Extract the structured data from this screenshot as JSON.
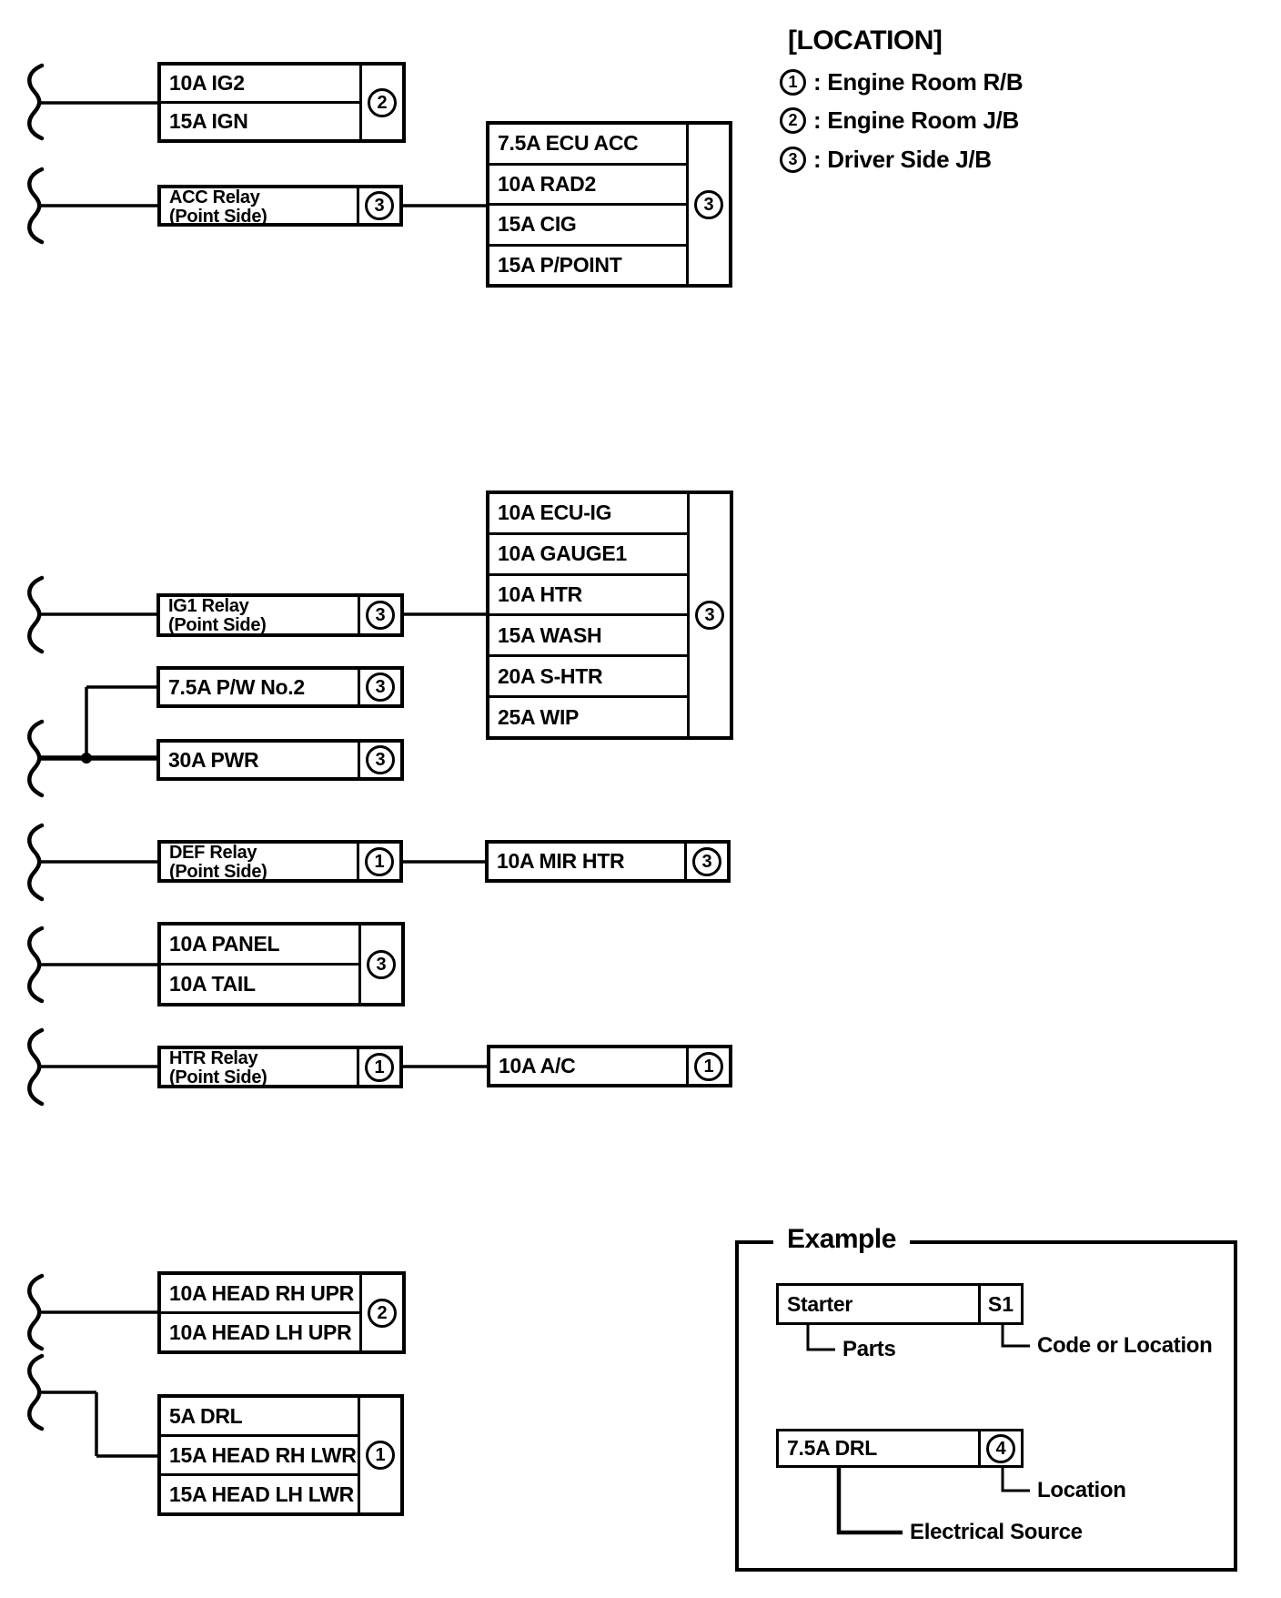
{
  "legend": {
    "title": "[LOCATION]",
    "items": [
      {
        "num": "1",
        "text": ": Engine Room R/B"
      },
      {
        "num": "2",
        "text": ": Engine Room J/B"
      },
      {
        "num": "3",
        "text": ": Driver Side J/B"
      }
    ]
  },
  "boxes": {
    "ig": {
      "rows": [
        "10A IG2",
        "15A IGN"
      ],
      "loc": "2"
    },
    "acc_relay": {
      "line1": "ACC Relay",
      "line2": "(Point Side)",
      "loc": "3"
    },
    "acc_fuses": {
      "rows": [
        "7.5A ECU ACC",
        "10A RAD2",
        "15A CIG",
        "15A P/POINT"
      ],
      "loc": "3"
    },
    "ig1_relay": {
      "line1": "IG1 Relay",
      "line2": "(Point Side)",
      "loc": "3"
    },
    "ig1_fuses": {
      "rows": [
        "10A ECU-IG",
        "10A GAUGE1",
        "10A HTR",
        "15A WASH",
        "20A S-HTR",
        "25A WIP"
      ],
      "loc": "3"
    },
    "pw2": {
      "label": "7.5A P/W No.2",
      "loc": "3"
    },
    "pwr": {
      "label": "30A PWR",
      "loc": "3"
    },
    "def_relay": {
      "line1": "DEF Relay",
      "line2": "(Point Side)",
      "loc": "1"
    },
    "mir_htr": {
      "label": "10A MIR HTR",
      "loc": "3"
    },
    "panel_tail": {
      "rows": [
        "10A PANEL",
        "10A TAIL"
      ],
      "loc": "3"
    },
    "htr_relay": {
      "line1": "HTR Relay",
      "line2": "(Point Side)",
      "loloc": "",
      "loc": "1"
    },
    "ac": {
      "label": "10A A/C",
      "loc": "1"
    },
    "head_upr": {
      "rows": [
        "10A HEAD RH UPR",
        "10A HEAD LH UPR"
      ],
      "loc": "2"
    },
    "head_lwr": {
      "rows": [
        "5A DRL",
        "15A HEAD RH LWR",
        "15A HEAD LH LWR"
      ],
      "loc": "1"
    }
  },
  "example": {
    "title": "Example",
    "parts_box": {
      "label": "Starter",
      "code": "S1"
    },
    "parts_caption": "Parts",
    "code_caption": "Code or Location",
    "source_box": {
      "label": "7.5A DRL",
      "loc": "4"
    },
    "location_caption": "Location",
    "source_caption": "Electrical Source"
  }
}
